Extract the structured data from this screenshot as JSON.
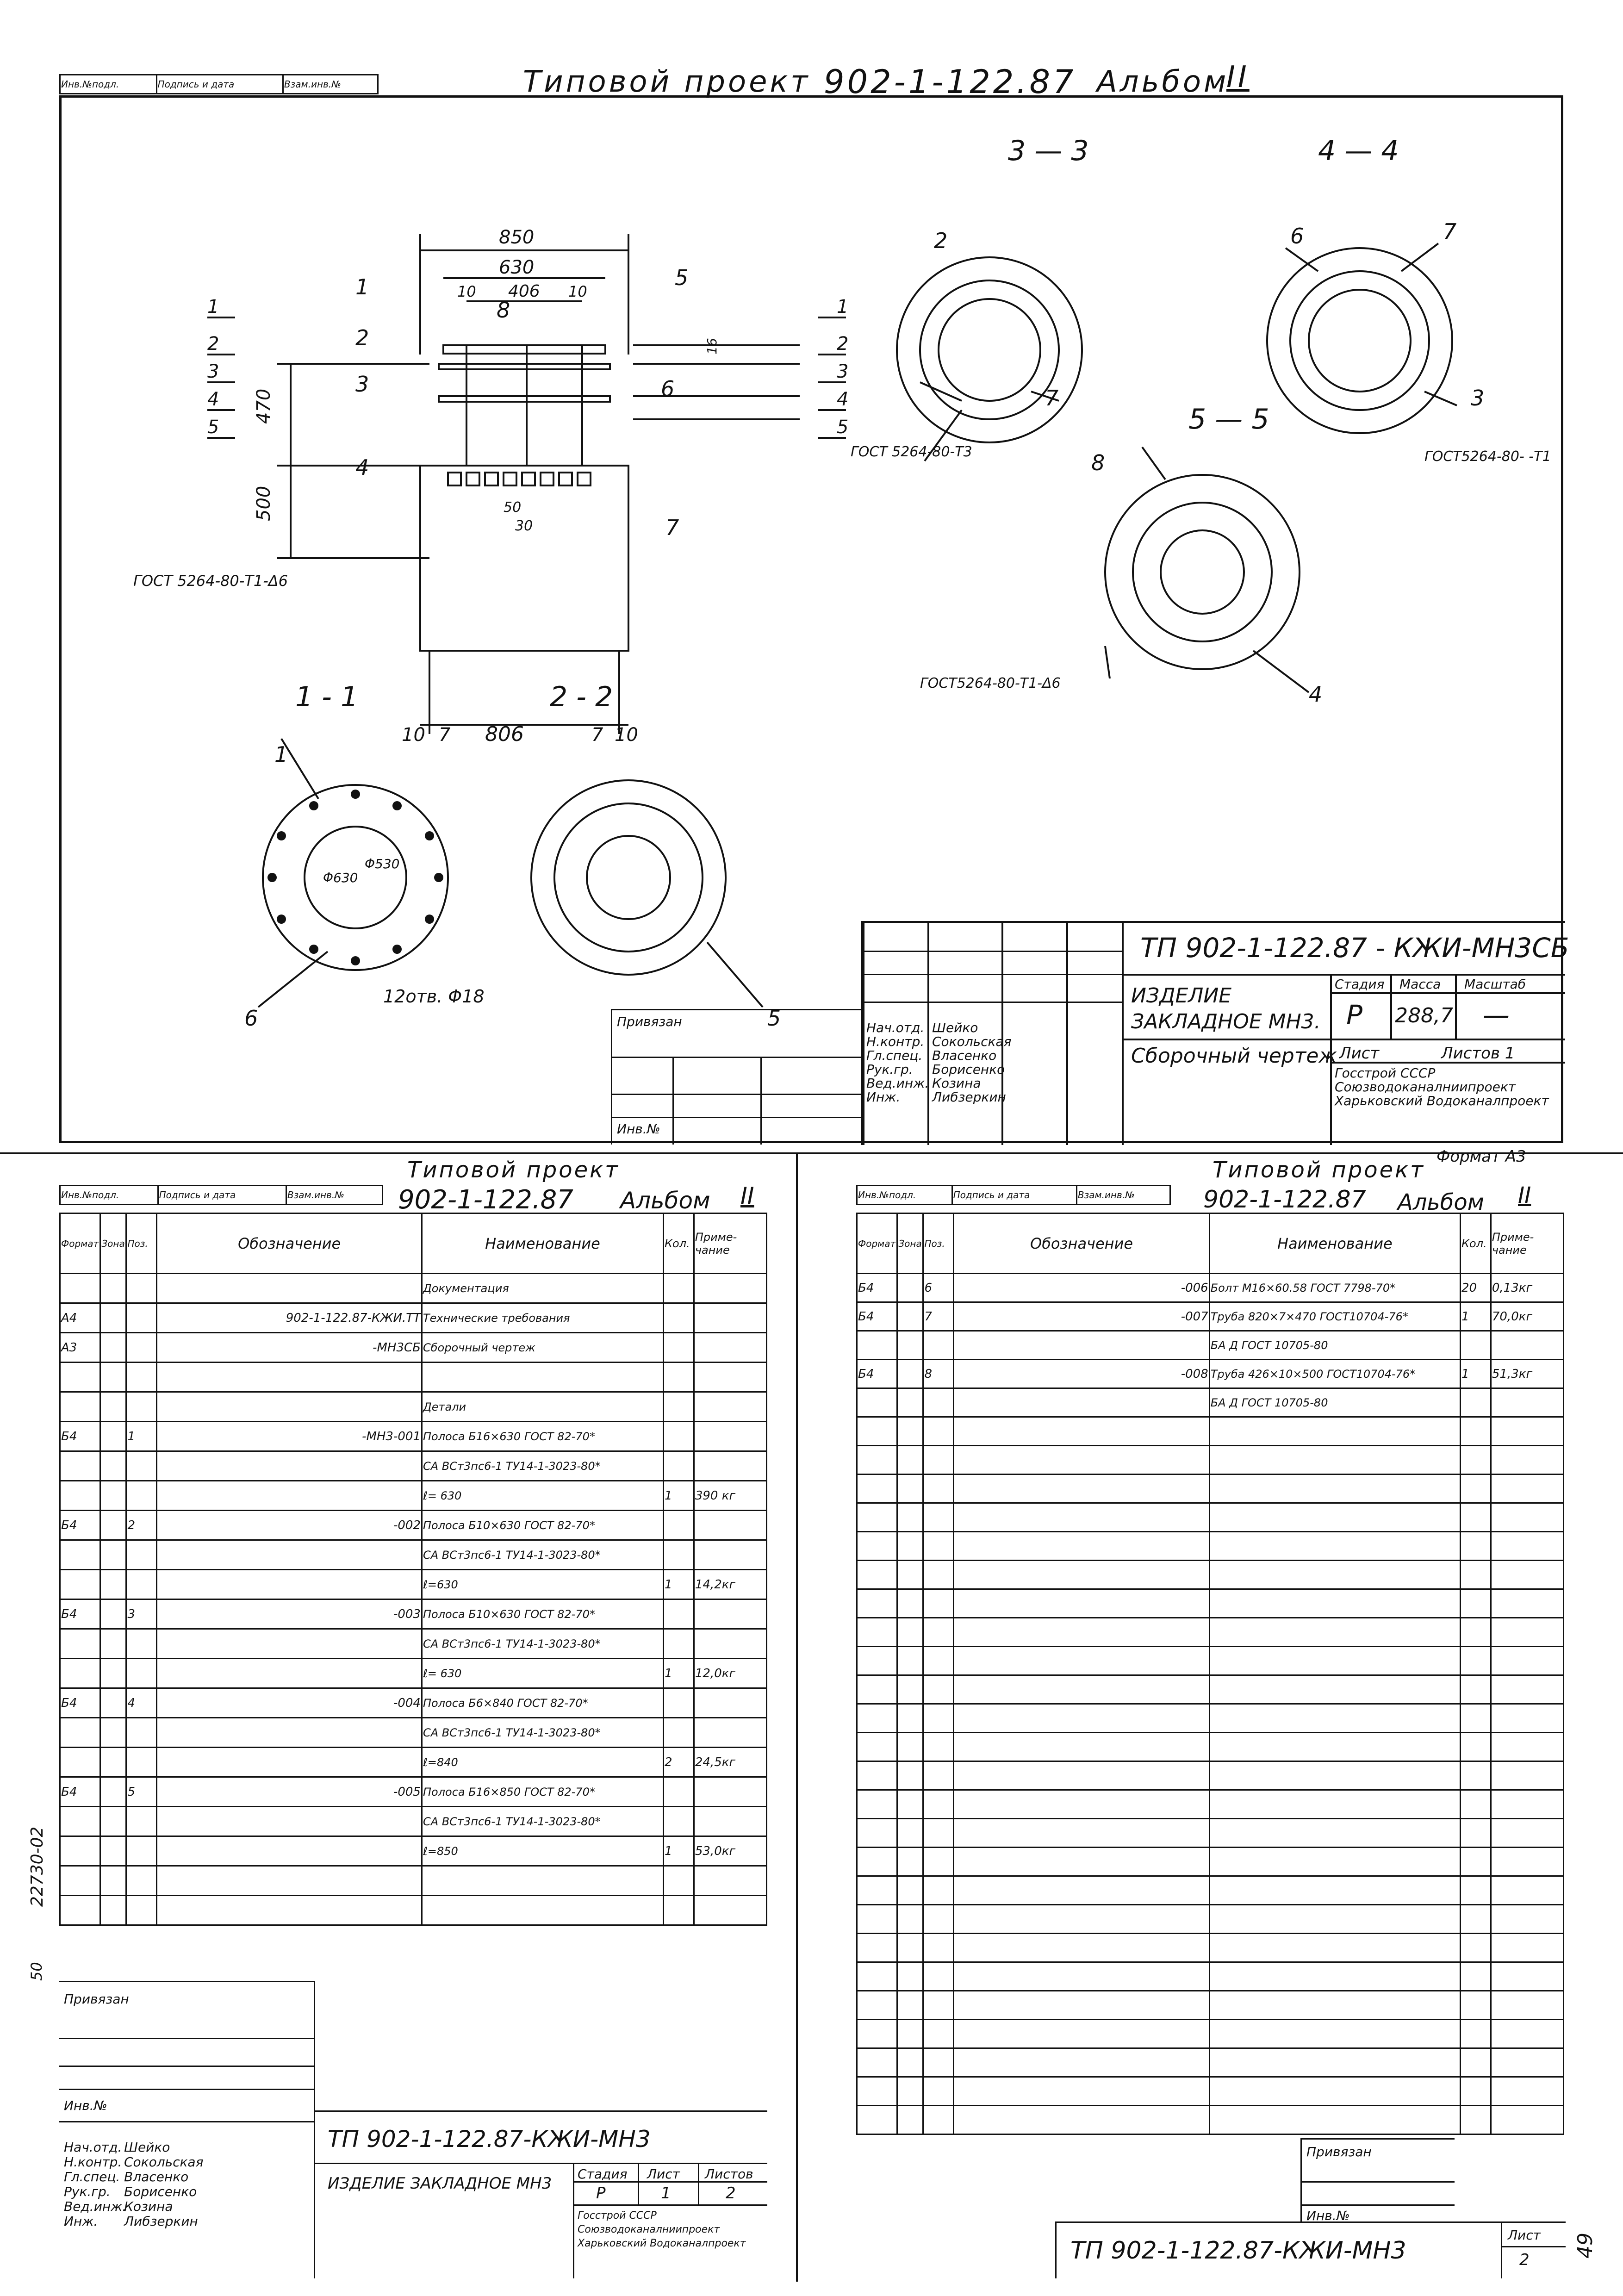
{
  "top_sheet": {
    "stamp_cells": [
      "Инв.№подл.",
      "Подпись и дата",
      "Взам.инв.№"
    ],
    "header_series": "Типовой проект",
    "header_number": "902-1-122.87",
    "header_album": "Альбом",
    "header_album_num": "II",
    "section_33": "3 — 3",
    "section_44": "4 — 4",
    "section_55": "5 — 5",
    "section_11": "1 - 1",
    "section_22": "2 - 2",
    "dim_850": "850",
    "dim_630": "630",
    "dim_406": "406",
    "dim_10": "10",
    "dim_470": "470",
    "dim_500": "500",
    "dim_806": "806",
    "dim_7": "7",
    "dim_16": "16",
    "dim_30": "30",
    "dim_50": "50",
    "pos_labels": [
      "1",
      "2",
      "3",
      "4",
      "5",
      "6",
      "7",
      "8"
    ],
    "gost_t3": "ГОСТ 5264-80-Т3",
    "gost_t1": "ГОСТ5264-80- -Т1",
    "gost_t1_d6": "ГОСТ 5264-80-Т1-Δ6",
    "gost_t1_d6_b": "ГОСТ5264-80-Т1-Δ6",
    "holes_note": "12отв. Φ18",
    "d630": "Φ630",
    "d530": "Φ530",
    "title_block": {
      "code": "ТП 902-1-122.87 - КЖИ-МН3СБ",
      "item": "ИЗДЕЛИЕ ЗАКЛАДНОЕ МН3.",
      "drawing": "Сборочный чертеж",
      "stage_h": "Стадия",
      "mass_h": "Масса",
      "scale_h": "Масштаб",
      "stage": "Р",
      "mass": "288,7",
      "scale": "—",
      "sheet_h": "Лист",
      "sheets_h": "Листов 1",
      "org": "Госстрой СССР Союзводоканалниипроект Харьковский Водоканалпроект",
      "format": "Формат А3",
      "privyazan": "Привязан",
      "inv": "Инв.№",
      "roles": [
        "Нач.отд.",
        "Н.контр.",
        "Гл.спец.",
        "Рук.гр.",
        "Вед.инж.",
        "Инж."
      ],
      "names": [
        "Шейко",
        "Сокольская",
        "Власенко",
        "Борисенко",
        "Козина",
        "Либзеркин"
      ]
    }
  },
  "left_sheet": {
    "header_series": "Типовой проект",
    "header_number": "902-1-122.87",
    "header_album": "Альбом",
    "header_album_num": "II",
    "stamp_cells": [
      "Инв.№подл.",
      "Подпись и дата",
      "Взам.инв.№"
    ],
    "col_headers": [
      "Формат",
      "Зона",
      "Поз.",
      "Обозначение",
      "Наименование",
      "Кол.",
      "Приме- чание"
    ],
    "rows": [
      {
        "f": "",
        "z": "",
        "p": "",
        "des": "",
        "name": "Документация",
        "q": "",
        "n": ""
      },
      {
        "f": "А4",
        "z": "",
        "p": "",
        "des": "902-1-122.87-КЖИ.ТТ",
        "name": "Технические требования",
        "q": "",
        "n": ""
      },
      {
        "f": "А3",
        "z": "",
        "p": "",
        "des": "-МН3СБ",
        "name": "Сборочный чертеж",
        "q": "",
        "n": ""
      },
      {
        "f": "",
        "z": "",
        "p": "",
        "des": "",
        "name": "",
        "q": "",
        "n": ""
      },
      {
        "f": "",
        "z": "",
        "p": "",
        "des": "",
        "name": "Детали",
        "q": "",
        "n": ""
      },
      {
        "f": "Б4",
        "z": "",
        "p": "1",
        "des": "-МН3-001",
        "name": "Полоса Б16×630 ГОСТ 82-70*",
        "q": "",
        "n": ""
      },
      {
        "f": "",
        "z": "",
        "p": "",
        "des": "",
        "name": "СА ВСт3пс6-1 ТУ14-1-3023-80*",
        "q": "",
        "n": ""
      },
      {
        "f": "",
        "z": "",
        "p": "",
        "des": "",
        "name": "ℓ= 630",
        "q": "1",
        "n": "390 кг"
      },
      {
        "f": "Б4",
        "z": "",
        "p": "2",
        "des": "-002",
        "name": "Полоса Б10×630 ГОСТ 82-70*",
        "q": "",
        "n": ""
      },
      {
        "f": "",
        "z": "",
        "p": "",
        "des": "",
        "name": "СА ВСт3пс6-1 ТУ14-1-3023-80*",
        "q": "",
        "n": ""
      },
      {
        "f": "",
        "z": "",
        "p": "",
        "des": "",
        "name": "ℓ=630",
        "q": "1",
        "n": "14,2кг"
      },
      {
        "f": "Б4",
        "z": "",
        "p": "3",
        "des": "-003",
        "name": "Полоса Б10×630 ГОСТ 82-70*",
        "q": "",
        "n": ""
      },
      {
        "f": "",
        "z": "",
        "p": "",
        "des": "",
        "name": "СА ВСт3пс6-1 ТУ14-1-3023-80*",
        "q": "",
        "n": ""
      },
      {
        "f": "",
        "z": "",
        "p": "",
        "des": "",
        "name": "ℓ= 630",
        "q": "1",
        "n": "12,0кг"
      },
      {
        "f": "Б4",
        "z": "",
        "p": "4",
        "des": "-004",
        "name": "Полоса Б6×840 ГОСТ 82-70*",
        "q": "",
        "n": ""
      },
      {
        "f": "",
        "z": "",
        "p": "",
        "des": "",
        "name": "СА ВСт3пс6-1 ТУ14-1-3023-80*",
        "q": "",
        "n": ""
      },
      {
        "f": "",
        "z": "",
        "p": "",
        "des": "",
        "name": "ℓ=840",
        "q": "2",
        "n": "24,5кг"
      },
      {
        "f": "Б4",
        "z": "",
        "p": "5",
        "des": "-005",
        "name": "Полоса Б16×850 ГОСТ 82-70*",
        "q": "",
        "n": ""
      },
      {
        "f": "",
        "z": "",
        "p": "",
        "des": "",
        "name": "СА ВСт3пс6-1 ТУ14-1-3023-80*",
        "q": "",
        "n": ""
      },
      {
        "f": "",
        "z": "",
        "p": "",
        "des": "",
        "name": "ℓ=850",
        "q": "1",
        "n": "53,0кг"
      },
      {
        "f": "",
        "z": "",
        "p": "",
        "des": "",
        "name": "",
        "q": "",
        "n": ""
      }
    ],
    "side_number": "22730-02",
    "side_number2": "50",
    "privyazan": "Привязан",
    "inv": "Инв.№",
    "code": "ТП 902-1-122.87-КЖИ-МН3",
    "item": "ИЗДЕЛИЕ ЗАКЛАДНОЕ МН3",
    "stage_h": "Стадия",
    "sheet_h": "Лист",
    "sheets_h": "Листов",
    "stage": "Р",
    "sheet": "1",
    "sheets": "2",
    "org": "Госстрой СССР Союзводоканалниипроект Харьковский Водоканалпроект",
    "roles": [
      "Нач.отд.",
      "Н.контр.",
      "Гл.спец.",
      "Рук.гр.",
      "Вед.инж.",
      "Инж."
    ],
    "names": [
      "Шейко",
      "Сокольская",
      "Власенко",
      "Борисенко",
      "Козина",
      "Либзеркин"
    ]
  },
  "right_sheet": {
    "header_series": "Типовой проект",
    "header_number": "902-1-122.87",
    "header_album": "Альбом",
    "header_album_num": "II",
    "stamp_cells": [
      "Инв.№подл.",
      "Подпись и дата",
      "Взам.инв.№"
    ],
    "col_headers": [
      "Формат",
      "Зона",
      "Поз.",
      "Обозначение",
      "Наименование",
      "Кол.",
      "Приме- чание"
    ],
    "rows": [
      {
        "f": "Б4",
        "z": "",
        "p": "6",
        "des": "-006",
        "name": "Болт М16×60.58 ГОСТ 7798-70*",
        "q": "20",
        "n": "0,13кг"
      },
      {
        "f": "Б4",
        "z": "",
        "p": "7",
        "des": "-007",
        "name": "Труба 820×7×470 ГОСТ10704-76*",
        "q": "1",
        "n": "70,0кг"
      },
      {
        "f": "",
        "z": "",
        "p": "",
        "des": "",
        "name": "БА  Д ГОСТ 10705-80",
        "q": "",
        "n": ""
      },
      {
        "f": "Б4",
        "z": "",
        "p": "8",
        "des": "-008",
        "name": "Труба 426×10×500 ГОСТ10704-76*",
        "q": "1",
        "n": "51,3кг"
      },
      {
        "f": "",
        "z": "",
        "p": "",
        "des": "",
        "name": "БА  Д ГОСТ 10705-80",
        "q": "",
        "n": ""
      }
    ],
    "privyazan": "Привязан",
    "inv": "Инв.№",
    "code": "ТП 902-1-122.87-КЖИ-МН3",
    "sheet_h": "Лист",
    "sheet": "2",
    "page_num": "49"
  }
}
